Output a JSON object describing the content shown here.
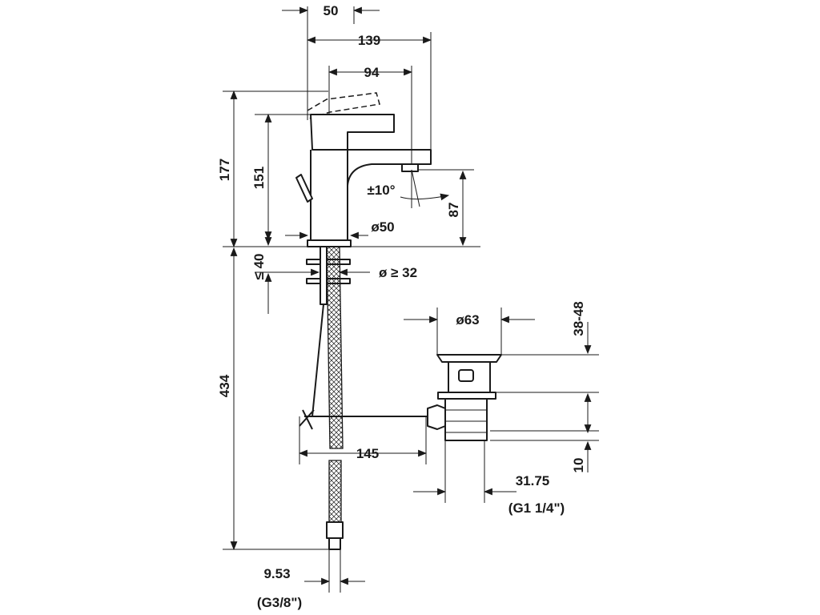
{
  "labels": {
    "w50": "50",
    "w139": "139",
    "w94": "94",
    "h177": "177",
    "h151": "151",
    "angle": "±10°",
    "h87": "87",
    "dia50": "ø50",
    "max40": "≤ 40",
    "dia32": "ø ≥ 32",
    "dia63": "ø63",
    "r3848": "38-48",
    "h434": "434",
    "w145": "145",
    "h10": "10",
    "d3175": "31.75",
    "g114": "(G1 1/4\")",
    "d953": "9.53",
    "g38": "(G3/8\")"
  },
  "colors": {
    "line": "#1a1a1a",
    "background": "#ffffff"
  }
}
